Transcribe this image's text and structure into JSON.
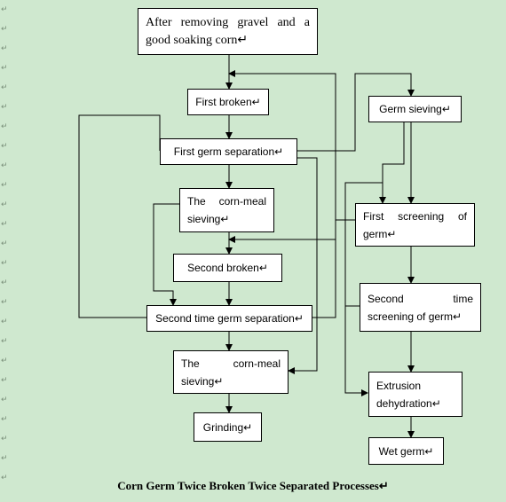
{
  "nodes": {
    "start": "After removing gravel and a good soaking corn↵",
    "first_broken": "First broken↵",
    "germ_sieving": "Germ sieving↵",
    "first_germ_separation": "First germ separation↵",
    "corn_meal_sieving_1": "The corn-meal sieving↵",
    "first_screening_of_germ": "First screening of germ↵",
    "second_broken": "Second broken↵",
    "second_screening_of_germ": "Second time screening of germ↵",
    "second_time_germ_separation": "Second time germ separation↵",
    "corn_meal_sieving_2": "The corn-meal sieving↵",
    "extrusion_dehydration": "Extrusion dehydration↵",
    "grinding": "Grinding↵",
    "wet_germ": "Wet germ↵"
  },
  "caption": "Corn Germ Twice Broken Twice Separated Processes↵"
}
